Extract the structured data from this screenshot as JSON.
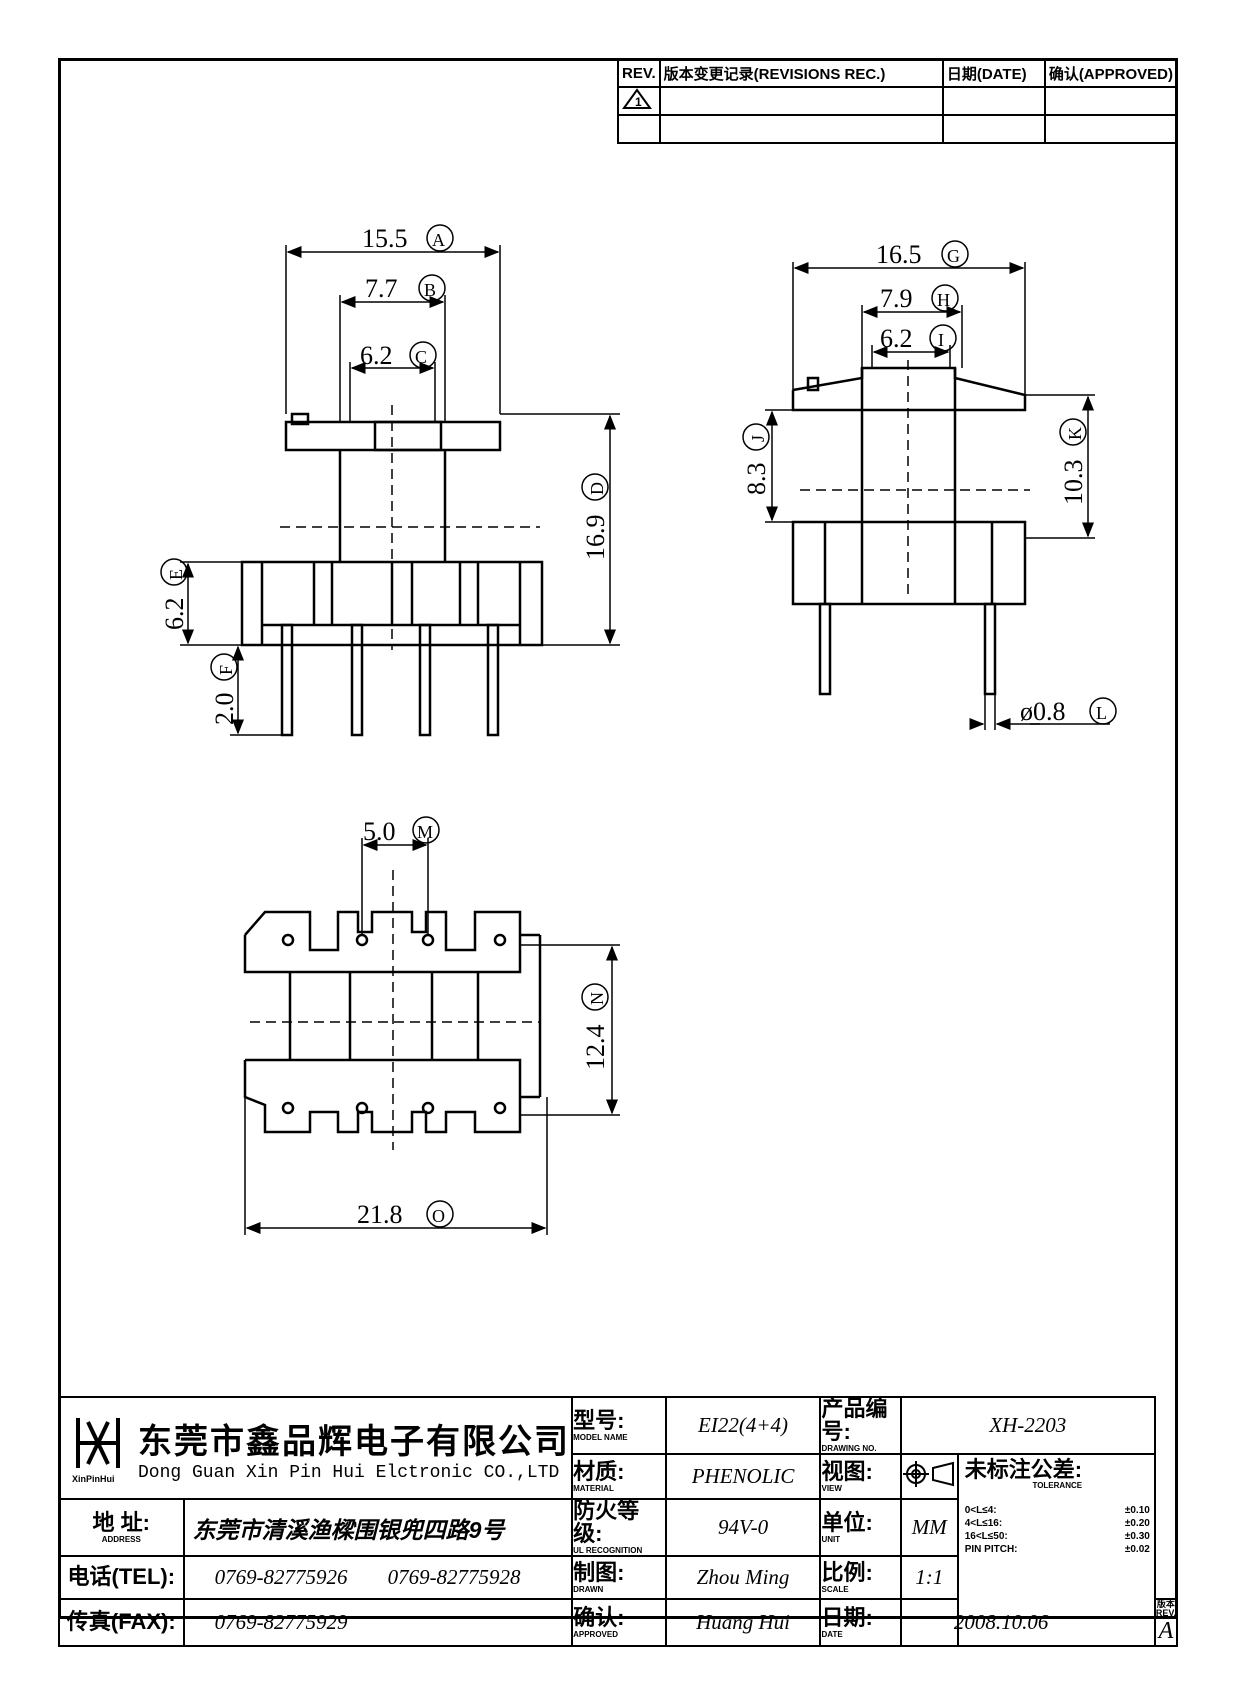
{
  "revisions": {
    "header_rev": "REV.",
    "header_record": "版本变更记录(REVISIONS REC.)",
    "header_date": "日期(DATE)",
    "header_approved": "确认(APPROVED)",
    "rev_symbol": "1"
  },
  "dimensions": {
    "A": {
      "value": "15.5",
      "letter": "A"
    },
    "B": {
      "value": "7.7",
      "letter": "B"
    },
    "C": {
      "value": "6.2",
      "letter": "C"
    },
    "D": {
      "value": "16.9",
      "letter": "D"
    },
    "E": {
      "value": "6.2",
      "letter": "E"
    },
    "F": {
      "value": "2.0",
      "letter": "F"
    },
    "G": {
      "value": "16.5",
      "letter": "G"
    },
    "H": {
      "value": "7.9",
      "letter": "H"
    },
    "I": {
      "value": "6.2",
      "letter": "I"
    },
    "J": {
      "value": "8.3",
      "letter": "J"
    },
    "K": {
      "value": "10.3",
      "letter": "K"
    },
    "L": {
      "value": "ø0.8",
      "letter": "L"
    },
    "M": {
      "value": "5.0",
      "letter": "M"
    },
    "N": {
      "value": "12.4",
      "letter": "N"
    },
    "O": {
      "value": "21.8",
      "letter": "O"
    }
  },
  "title_block": {
    "company_cn": "东莞市鑫品辉电子有限公司",
    "company_en": "Dong Guan Xin Pin Hui Elctronic CO.,LTD",
    "logo_text": "XinPinHui",
    "address_label": "地 址:",
    "address_sub": "ADDRESS",
    "address": "东莞市清溪渔樑围银兜四路9号",
    "tel_label": "电话(TEL):",
    "tel1": "0769-82775926",
    "tel2": "0769-82775928",
    "fax_label": "传真(FAX):",
    "fax": "0769-82775929",
    "model_label": "型号:",
    "model_sub": "MODEL NAME",
    "model": "EI22(4+4)",
    "material_label": "材质:",
    "material_sub": "MATERIAL",
    "material": "PHENOLIC",
    "ul_label": "防火等级:",
    "ul_sub": "UL RECOGNITION",
    "ul": "94V-0",
    "drawn_label": "制图:",
    "drawn_sub": "DRAWN",
    "drawn": "Zhou Ming",
    "approved_label": "确认:",
    "approved_sub": "APPROVED",
    "approved": "Huang Hui",
    "drawing_no_label": "产品编号:",
    "drawing_no_sub": "DRAWING NO.",
    "drawing_no": "XH-2203",
    "view_label": "视图:",
    "view_sub": "VIEW",
    "unit_label": "单位:",
    "unit_sub": "UNIT",
    "unit": "MM",
    "scale_label": "比例:",
    "scale_sub": "SCALE",
    "scale": "1:1",
    "date_label": "日期:",
    "date_sub": "DATE",
    "date": "2008.10.06",
    "tolerance_label": "未标注公差:",
    "tolerance_sub": "TOLERANCE",
    "tol": [
      {
        "range": "0<L≤4:",
        "value": "±0.10"
      },
      {
        "range": "4<L≤16:",
        "value": "±0.20"
      },
      {
        "range": "16<L≤50:",
        "value": "±0.30"
      },
      {
        "range": "PIN PITCH:",
        "value": "±0.02"
      }
    ],
    "rev_label": "版本REV.",
    "rev": "A"
  }
}
